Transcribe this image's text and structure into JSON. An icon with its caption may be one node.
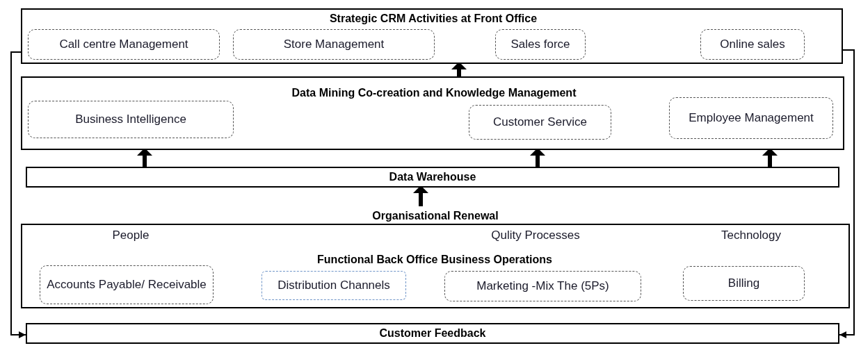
{
  "diagram": {
    "nodes": [
      {
        "text": [
          "Strategic CRM Activities at Front Office"
        ]
      },
      {
        "text": [
          "Call centre Management"
        ],
        "in": 0
      },
      {
        "text": [
          "Store Management"
        ],
        "in": 0
      },
      {
        "text": [
          "Sales force"
        ],
        "in": 0
      },
      {
        "text": [
          "Online sales"
        ],
        "in": 0
      },
      {
        "text": [
          "Data Mining Co-creation and Knowledge Management"
        ]
      },
      {
        "text": [
          "Business Intelligence"
        ],
        "in": 5
      },
      {
        "text": [
          "Customer Service"
        ],
        "in": 5
      },
      {
        "text": [
          "Employee Management"
        ],
        "in": 5
      },
      {
        "text": [
          "Data Warehouse"
        ]
      },
      {
        "text": [
          "Organisational Renewal",
          "People",
          "Qulity Processes",
          "Technology",
          "Functional Back Office Business Operations"
        ]
      },
      {
        "text": [
          "Accounts Payable/ Receivable"
        ],
        "in": 10
      },
      {
        "text": [
          "Distribution Channels"
        ],
        "in": 10
      },
      {
        "text": [
          "Marketing -Mix The (5Ps)"
        ],
        "in": 10
      },
      {
        "text": [
          "Billing"
        ],
        "in": 10
      },
      {
        "text": [
          "Customer Feedback"
        ]
      }
    ],
    "edges": [
      {
        "from": 10,
        "to": 9,
        "arrow": "to"
      },
      {
        "from": 9,
        "to": 5,
        "arrow": "to"
      },
      {
        "from": 9,
        "to": 5,
        "arrow": "to"
      },
      {
        "from": 9,
        "to": 5,
        "arrow": "to"
      },
      {
        "from": 5,
        "to": 0,
        "arrow": "to"
      },
      {
        "from": 0,
        "to": 15,
        "arrow": "to"
      },
      {
        "from": 0,
        "to": 15,
        "arrow": "to"
      }
    ]
  }
}
